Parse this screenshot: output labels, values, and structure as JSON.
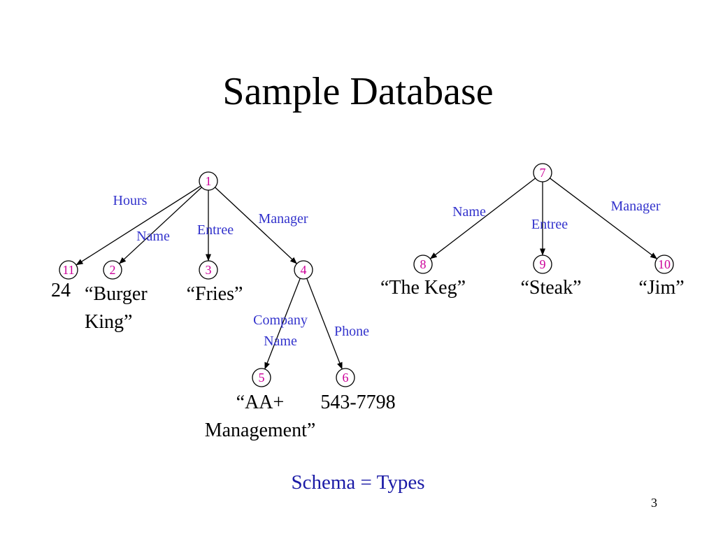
{
  "slide": {
    "title": "Sample Database",
    "footer": "Schema = Types",
    "page_number": "3"
  },
  "colors": {
    "node_id": "#cc0099",
    "edge_label": "#3333cc",
    "footer": "#1a1aa6",
    "text": "#000000"
  },
  "diagram": {
    "nodes": [
      {
        "id": "1"
      },
      {
        "id": "2"
      },
      {
        "id": "3"
      },
      {
        "id": "4"
      },
      {
        "id": "5"
      },
      {
        "id": "6"
      },
      {
        "id": "7"
      },
      {
        "id": "8"
      },
      {
        "id": "9"
      },
      {
        "id": "10"
      },
      {
        "id": "11"
      }
    ],
    "edges": [
      {
        "from": "1",
        "to": "11",
        "label": "Hours"
      },
      {
        "from": "1",
        "to": "2",
        "label": "Name"
      },
      {
        "from": "1",
        "to": "3",
        "label": "Entree"
      },
      {
        "from": "1",
        "to": "4",
        "label": "Manager"
      },
      {
        "from": "4",
        "to": "5",
        "label_lines": [
          "Company",
          "Name"
        ]
      },
      {
        "from": "4",
        "to": "6",
        "label": "Phone"
      },
      {
        "from": "7",
        "to": "8",
        "label": "Name"
      },
      {
        "from": "7",
        "to": "9",
        "label": "Entree"
      },
      {
        "from": "7",
        "to": "10",
        "label": "Manager"
      }
    ],
    "values": [
      {
        "node": "11",
        "lines": [
          "24"
        ]
      },
      {
        "node": "2",
        "lines": [
          "“Burger",
          "King”"
        ]
      },
      {
        "node": "3",
        "lines": [
          "“Fries”"
        ]
      },
      {
        "node": "5",
        "lines": [
          "“AA+",
          "Management”"
        ]
      },
      {
        "node": "6",
        "lines": [
          "543-7798"
        ]
      },
      {
        "node": "8",
        "lines": [
          "“The Keg”"
        ]
      },
      {
        "node": "9",
        "lines": [
          "“Steak”"
        ]
      },
      {
        "node": "10",
        "lines": [
          "“Jim”"
        ]
      }
    ]
  }
}
